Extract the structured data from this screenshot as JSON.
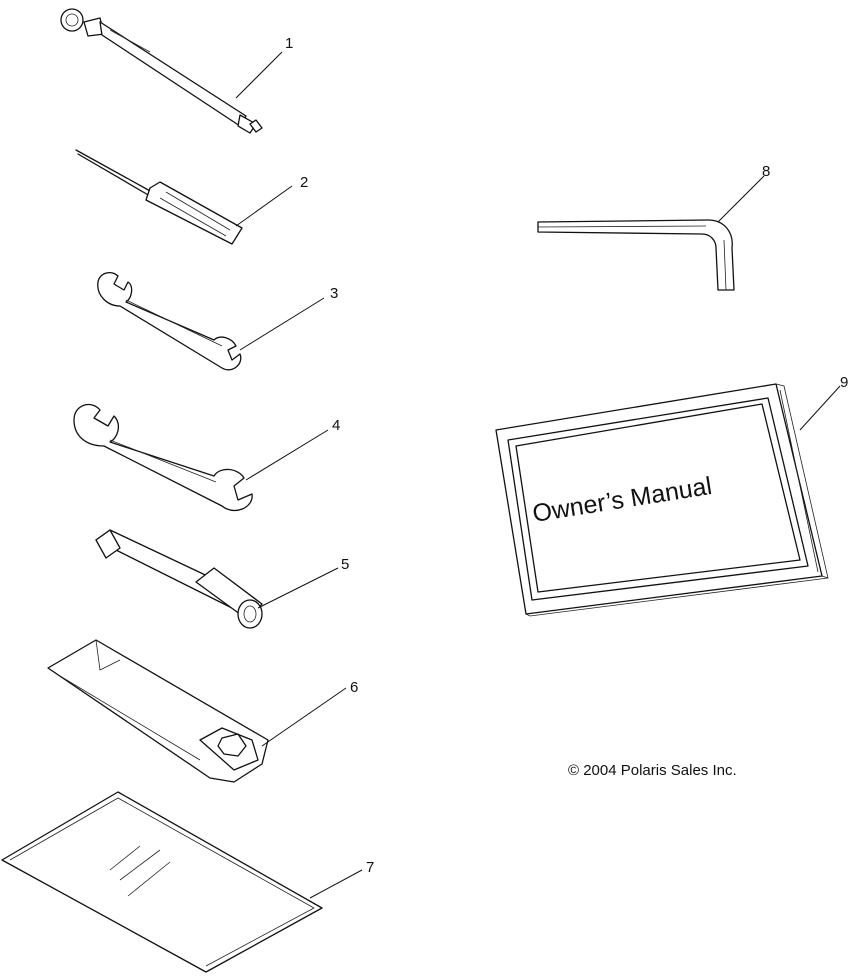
{
  "callouts": [
    {
      "num": "1",
      "part": "tire-gauge"
    },
    {
      "num": "2",
      "part": "screwdriver"
    },
    {
      "num": "3",
      "part": "small-wrench"
    },
    {
      "num": "4",
      "part": "large-wrench"
    },
    {
      "num": "5",
      "part": "spark-plug-socket"
    },
    {
      "num": "6",
      "part": "spanner-tool"
    },
    {
      "num": "7",
      "part": "tool-pouch"
    },
    {
      "num": "8",
      "part": "hex-key"
    },
    {
      "num": "9",
      "part": "owners-manual"
    }
  ],
  "manual": {
    "cover_title": "Owner’s Manual"
  },
  "copyright": "© 2004 Polaris Sales Inc."
}
